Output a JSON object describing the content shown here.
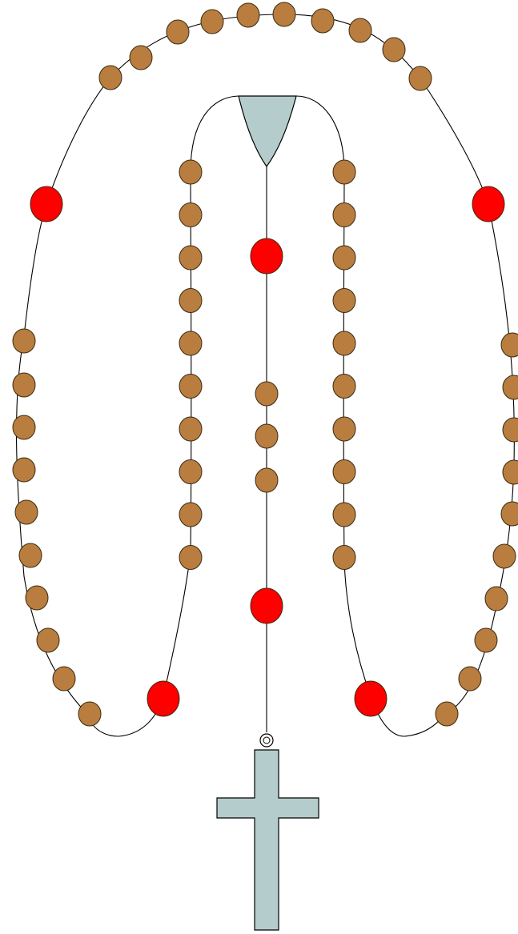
{
  "colors": {
    "background": "#ffffff",
    "cord": "#000000",
    "hail_mary_bead": "#b87d3f",
    "our_father_bead": "#ff0000",
    "metal": "#b5cccc"
  },
  "rosary": {
    "loop_hail_mary_bead_count": 50,
    "loop_our_father_bead_count": 4,
    "pendant_hail_mary_bead_count": 3,
    "pendant_our_father_bead_count": 2,
    "has_centerpiece": true,
    "has_crucifix": true
  }
}
